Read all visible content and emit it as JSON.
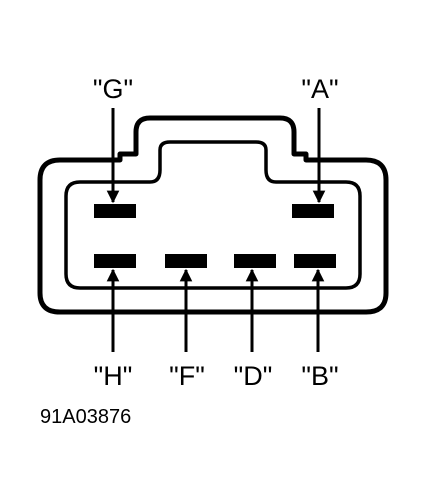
{
  "pins": [
    {
      "id": "G",
      "label": "\"G\""
    },
    {
      "id": "A",
      "label": "\"A\""
    },
    {
      "id": "H",
      "label": "\"H\""
    },
    {
      "id": "F",
      "label": "\"F\""
    },
    {
      "id": "D",
      "label": "\"D\""
    },
    {
      "id": "B",
      "label": "\"B\""
    }
  ],
  "reference_code": "91A03876",
  "colors": {
    "ink": "#000000",
    "background": "#ffffff"
  }
}
